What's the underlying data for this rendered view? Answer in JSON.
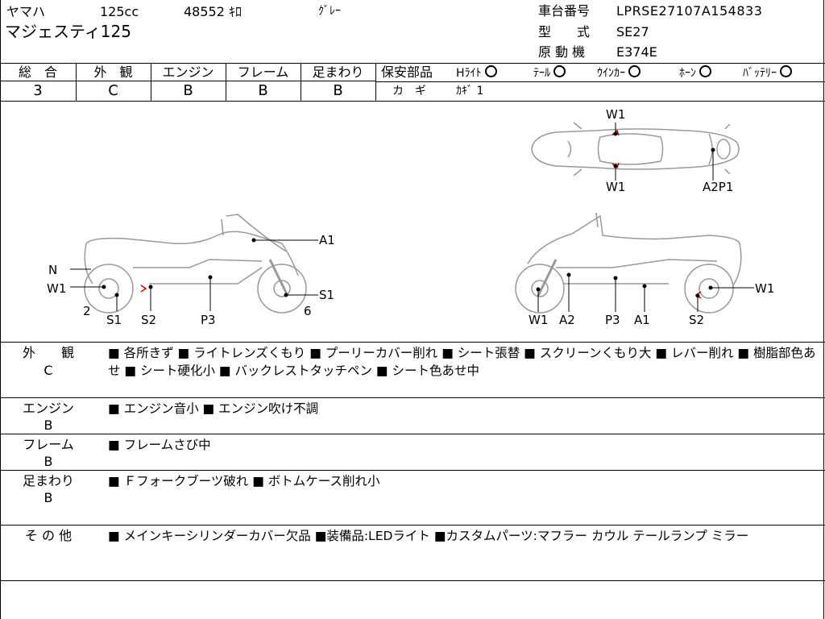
{
  "header": {
    "maker": "ヤマハ",
    "displacement": "125cc",
    "mileage": "48552 ｷﾛ",
    "color": "ｸﾞﾚｰ",
    "model": "マジェスティ125",
    "frame_no_label": "車台番号",
    "frame_no": "LPRSE27107A154833",
    "type_label": "型　　式",
    "type": "SE27",
    "engine_label": "原 動 機",
    "engine": "E374E"
  },
  "grades": [
    {
      "label": "総　合",
      "value": "3"
    },
    {
      "label": "外　観",
      "value": "C"
    },
    {
      "label": "エンジン",
      "value": "B"
    },
    {
      "label": "フレーム",
      "value": "B"
    },
    {
      "label": "足まわり",
      "value": "B"
    }
  ],
  "safety": {
    "label": "保安部品",
    "items": [
      {
        "name": "Hﾗｲﾄ"
      },
      {
        "name": "ﾃｰﾙ"
      },
      {
        "name": "ｳｲﾝｶｰ"
      },
      {
        "name": "ﾎｰﾝ"
      },
      {
        "name": "ﾊﾞｯﾃﾘｰ"
      }
    ],
    "key_label": "カ　ギ",
    "key_value": "ｶｷﾞ 1"
  },
  "diagram_labels": {
    "top_w1_upper": "W1",
    "top_w1_lower": "W1",
    "top_a2p1": "A2P1",
    "left_a1": "A1",
    "left_n": "N",
    "left_w1": "W1",
    "left_s1_right": "S1",
    "left_6": "6",
    "left_2": "2",
    "left_s1": "S1",
    "left_s2": "S2",
    "left_p3": "P3",
    "right_w1_right": "W1",
    "right_w1": "W1",
    "right_a2": "A2",
    "right_p3": "P3",
    "right_a1": "A1",
    "right_s2": "S2"
  },
  "sections": [
    {
      "label": "外　　観",
      "grade": "C",
      "text": "■ 各所きず ■ ライトレンズくもり ■ プーリーカバー削れ ■ シート張替 ■ スクリーンくもり大 ■ レバー削れ ■ 樹脂部色あせ ■ シート硬化小 ■ バックレストタッチペン ■ シート色あせ中"
    },
    {
      "label": "エンジン",
      "grade": "B",
      "text": "■ エンジン音小 ■ エンジン吹け不調"
    },
    {
      "label": "フレーム",
      "grade": "B",
      "text": "■ フレームさび中"
    },
    {
      "label": "足まわり",
      "grade": "B",
      "text": "■ Ｆフォークブーツ破れ ■ ボトムケース削れ小"
    },
    {
      "label": "そ の 他",
      "grade": "",
      "text": "■ メインキーシリンダーカバー欠品 ■装備品:LEDライト ■カスタムパーツ:マフラー カウル テールランプ ミラー"
    }
  ]
}
